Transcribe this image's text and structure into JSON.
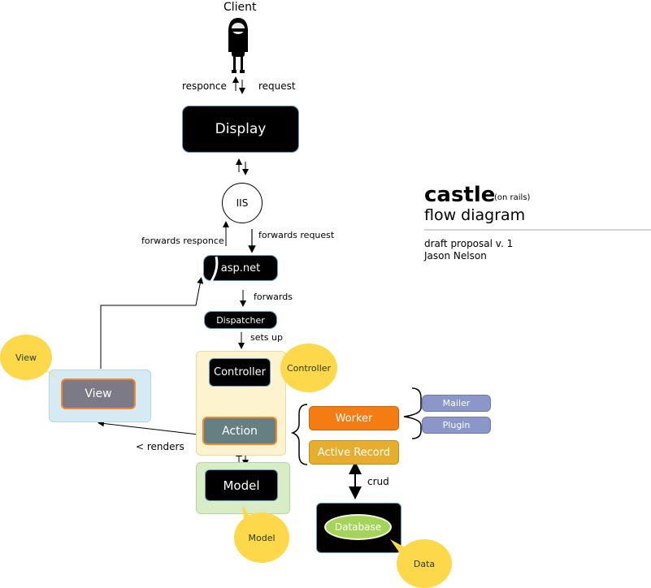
{
  "client": {
    "label": "Client"
  },
  "labels": {
    "responce": "responce",
    "request": "request",
    "forwards_responce": "forwards responce",
    "forwards_request": "forwards request",
    "forwards": "forwards",
    "sets_up": "sets up",
    "renders": "< renders",
    "crud": "crud"
  },
  "nodes": {
    "display": "Display",
    "iis": "IIS",
    "aspnet": "asp.net",
    "dispatcher": "Dispatcher",
    "controller": "Controller",
    "action": "Action",
    "model": "Model",
    "view": "View",
    "worker": "Worker",
    "active_record": "Active Record",
    "mailer": "Mailer",
    "plugin": "Plugin",
    "database": "Database"
  },
  "bubbles": {
    "view": "View",
    "controller": "Controller",
    "model": "Model",
    "data": "Data"
  },
  "title": {
    "main": "castle",
    "sub": "(on rails)",
    "line2": "flow diagram",
    "draft": "draft proposal v. 1",
    "author": "Jason Nelson"
  },
  "colors": {
    "node_black": "#000000",
    "node_border": "#5a9fc9",
    "view_panel": "#d5eaf3",
    "view_node": "#7c7a86",
    "controller_panel": "#fdf3cf",
    "action_node": "#657f83",
    "model_panel": "#d8ecc6",
    "worker": "#f47c12",
    "active_record": "#e6ad2e",
    "mailer_plugin": "#8a97c8",
    "database": "#a4d45a",
    "bubble": "#fdd84a"
  }
}
